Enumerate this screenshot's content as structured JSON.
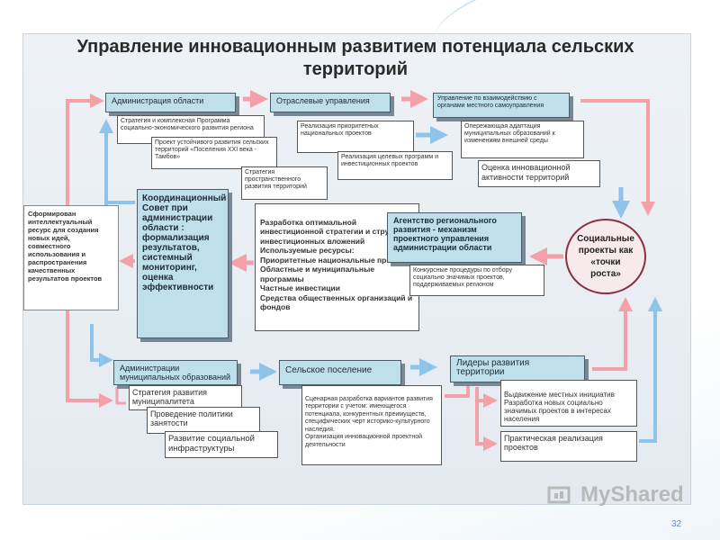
{
  "title": "Управление  инновационным  развитием потенциала сельских территорий",
  "left_note": "Сформирован интеллектуальный ресурс для создания новых идей, совместного использования и распространения качественных результатов проектов",
  "top": {
    "admin_region": "Администрация области",
    "sector_mgmt": "Отраслевые управления",
    "mgmt_interaction": "Управление  по взаимодействию с органами  местного самоуправления",
    "strategy_program": "Стратегия  и комплексная Программа социально-экономического развития региона",
    "sustainable_project": "Проект  устойчивого развития сельских  территорий «Поселения XXI века - Тамбов»",
    "spatial_strategy": "Стратегия пространственного развития  территорий",
    "priority_projects": "Реализация  приоритетных национальных проектов",
    "target_programs": "Реализация  целевых программ и инвестиционных проектов",
    "adaptation": "Опережающая  адаптация муниципальных образований  к изменениям внешней среды",
    "assessment": "Оценка инновационной активности территорий"
  },
  "middle": {
    "council": "Координационный Совет  при администрации области : формализация результатов, системный мониторинг, оценка эффективности",
    "development": "Разработка оптимальной инвестиционной стратегии и структуры инвестиционных вложений\nИспользуемые ресурсы:\nПриоритетные национальные проекты\nОбластные и муниципальные программы\nЧастные инвестиции\nСредства общественных организаций и фондов",
    "agency": "Агентство регионального развития - механизм проектного управления администрации области",
    "competitive": "Конкурсные процедуры  по отбору социально значимых проектов, поддерживаемых  регионом",
    "social_projects": "Социальные проекты как «точки роста»"
  },
  "bottom": {
    "municipal_admin": "Администрации муниципальных образований",
    "rural_settlement": "Сельское поселение",
    "leaders": "Лидеры развития территории",
    "municipal_strategy": "Стратегия развития муниципалитета",
    "employment_policy": "Проведение политики занятости",
    "social_infra": "Развитие социальной инфраструктуры",
    "scenario": "Сценарная разработка вариантов развития  территории  с учетом: имеющегося потенциала, конкурентных преимуществ, специфических черт  историко-культурного  наследия.\nОрганизация  инновационной проектной деятельности",
    "local_initiatives": "Выдвижение местных инициатив\nРазработка новых социально значимых проектов в интересах населения",
    "practical": "Практическая реализация проектов"
  },
  "logo_text": "MyShared",
  "page_number": "32",
  "colors": {
    "header_fill": "#bfe0ea",
    "arrow_pink": "#f3a0a8",
    "arrow_blue": "#8fc4ea",
    "ellipse_border": "#8a3045"
  }
}
